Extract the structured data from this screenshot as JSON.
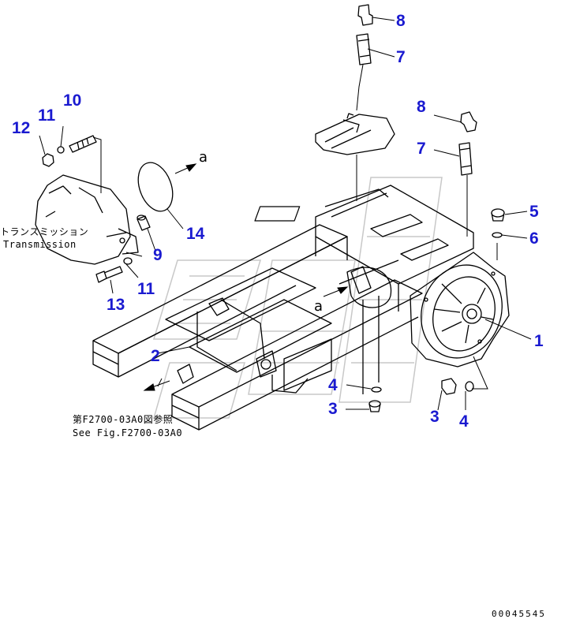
{
  "colors": {
    "callout": "#1a1ad0",
    "line": "#000000",
    "watermark": "#c8c8c8"
  },
  "callouts": {
    "c1": "1",
    "c2": "2",
    "c3a": "3",
    "c3b": "3",
    "c4a": "4",
    "c4b": "4",
    "c5": "5",
    "c6": "6",
    "c7a": "7",
    "c7b": "7",
    "c8a": "8",
    "c8b": "8",
    "c9": "9",
    "c10": "10",
    "c11a": "11",
    "c11b": "11",
    "c12": "12",
    "c13": "13",
    "c14": "14"
  },
  "labels": {
    "transmission_jp": "トランスミッション",
    "transmission_en": "Transmission",
    "see_fig_jp": "第F2700-03A0図参照",
    "see_fig_en": "See Fig.F2700-03A0",
    "view_a_1": "a",
    "view_a_2": "a",
    "drawing_code": "00045545"
  },
  "icons": {
    "main": "frame-assembly-drawing",
    "watermark": "dealer-logo-watermark"
  }
}
